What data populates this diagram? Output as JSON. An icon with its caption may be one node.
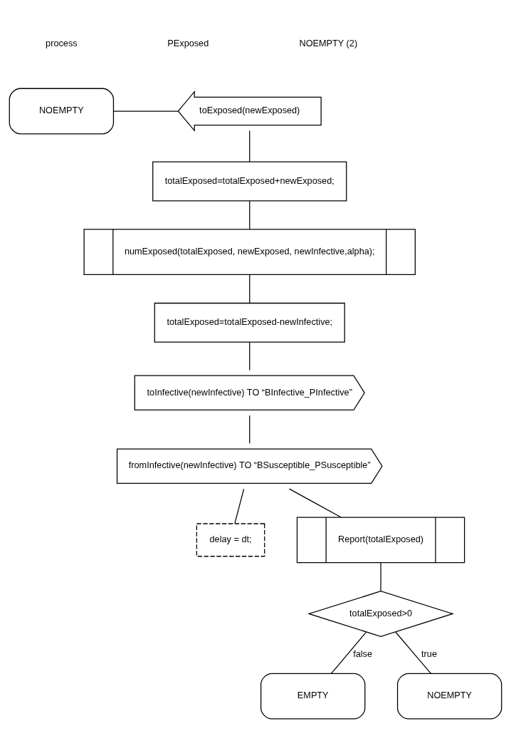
{
  "diagram": {
    "nodes": [
      {
        "text": [
          "NOEMPTY"
        ]
      },
      {
        "text": [
          "toExposed(newExposed)"
        ]
      },
      {
        "text": [
          "totalExposed=totalExposed+newExposed;"
        ]
      },
      {
        "text": [
          "numExposed(totalExposed, newExposed, newInfective,alpha);"
        ]
      },
      {
        "text": [
          "totalExposed=totalExposed-newInfective;"
        ]
      },
      {
        "text": [
          "toInfective(newInfective) TO “BInfective_PInfective”"
        ]
      },
      {
        "text": [
          "fromInfective(newInfective) TO “BSusceptible_PSusceptible”"
        ]
      },
      {
        "text": [
          "delay = dt;"
        ]
      },
      {
        "text": [
          "Report(totalExposed)"
        ]
      },
      {
        "text": [
          "totalExposed>0"
        ]
      },
      {
        "text": [
          "EMPTY"
        ]
      },
      {
        "text": [
          "NOEMPTY"
        ]
      }
    ],
    "edges": [
      {
        "from": 0,
        "to": 1,
        "arrow": "none"
      },
      {
        "from": 1,
        "to": 2,
        "arrow": "none"
      },
      {
        "from": 2,
        "to": 3,
        "arrow": "none"
      },
      {
        "from": 3,
        "to": 4,
        "arrow": "none"
      },
      {
        "from": 4,
        "to": 5,
        "arrow": "none"
      },
      {
        "from": 5,
        "to": 6,
        "arrow": "none"
      },
      {
        "from": 6,
        "to": 7,
        "arrow": "none"
      },
      {
        "from": 6,
        "to": 8,
        "arrow": "none"
      },
      {
        "from": 8,
        "to": 9,
        "arrow": "none"
      },
      {
        "from": 9,
        "to": 10,
        "arrow": "none",
        "label": "false"
      },
      {
        "from": 9,
        "to": 11,
        "arrow": "none",
        "label": "true"
      }
    ],
    "labels": [
      "process",
      "PExposed",
      "NOEMPTY (2)"
    ]
  }
}
